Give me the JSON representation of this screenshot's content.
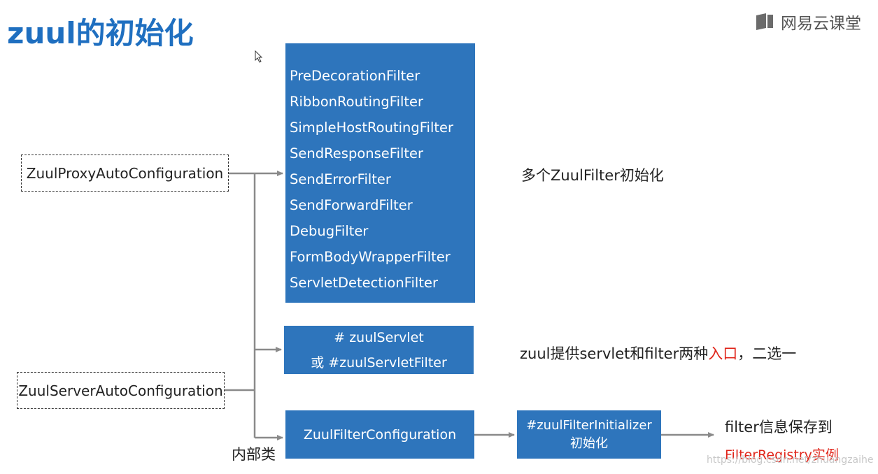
{
  "title": "zuul的初始化",
  "brand": {
    "name": "网易云课堂",
    "icon": "book-logo-icon"
  },
  "proxy_config": "ZuulProxyAutoConfiguration",
  "server_config": "ZuulServerAutoConfiguration",
  "filters": [
    "PreDecorationFilter",
    "RibbonRoutingFilter",
    "SimpleHostRoutingFilter",
    "SendResponseFilter",
    "SendErrorFilter",
    "SendForwardFilter",
    "DebugFilter",
    "FormBodyWrapperFilter",
    "ServletDetectionFilter"
  ],
  "servlet_box": {
    "line1": "# zuulServlet",
    "line2": "或 #zuulServletFilter"
  },
  "filter_config": "ZuulFilterConfiguration",
  "filter_initializer": {
    "line1": "#zuulFilterInitializer",
    "line2": "初始化"
  },
  "inner_class_label": "内部类",
  "note_filters": "多个ZuulFilter初始化",
  "note_entry": {
    "before": "zuul提供servlet和filter两种",
    "highlight": "入口",
    "after": "，二选一"
  },
  "note_save": "filter信息保存到",
  "note_registry": "FilterRegistry实例",
  "watermark": "https://blog.csdn.net/zhuangzaihe",
  "colors": {
    "title": "#1f6fc0",
    "box_fill": "#2e75bc",
    "connector": "#8a8a8a",
    "highlight": "#e0261b"
  }
}
